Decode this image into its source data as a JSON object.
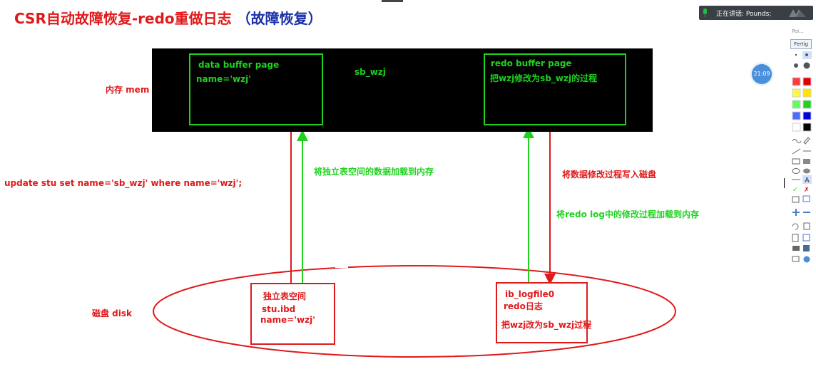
{
  "title": {
    "main": "CSR自动故障恢复-redo重做日志",
    "paren": "（故障恢复）"
  },
  "status_bar": {
    "speaking_text": "正在讲话: Pounds;",
    "clock": "21:09"
  },
  "toolbar": {
    "header": "Poi...",
    "preset": "Fertig",
    "colors": [
      "#ff3b3b",
      "#e00000",
      "#fff84a",
      "#ffe600",
      "#5cff5c",
      "#1ed21e",
      "#4b6cff",
      "#0000e0",
      "#ffffff",
      "#000000"
    ]
  },
  "diagram": {
    "mem_label": "内存 mem",
    "disk_label": "磁盘 disk",
    "data_buffer": {
      "title": "data buffer  page",
      "content": "name='wzj'"
    },
    "redo_buffer": {
      "title": "redo buffer page",
      "content": "把wzj修改为sb_wzj的过程"
    },
    "arrow_label_top": "sb_wzj",
    "sql": "update stu set name='sb_wzj' where name='wzj';",
    "load_to_mem": "将独立表空间的数据加载到内存",
    "write_to_disk": "将数据修改过程写入磁盘",
    "redo_load": "将redo log中的修改过程加载到内存",
    "tablespace": {
      "title": "独立表空间",
      "file": "stu.ibd",
      "content": "name='wzj'"
    },
    "logfile": {
      "title": "ib_logfile0",
      "subtitle": "redo日志",
      "content": "把wzj改为sb_wzj过程"
    }
  }
}
